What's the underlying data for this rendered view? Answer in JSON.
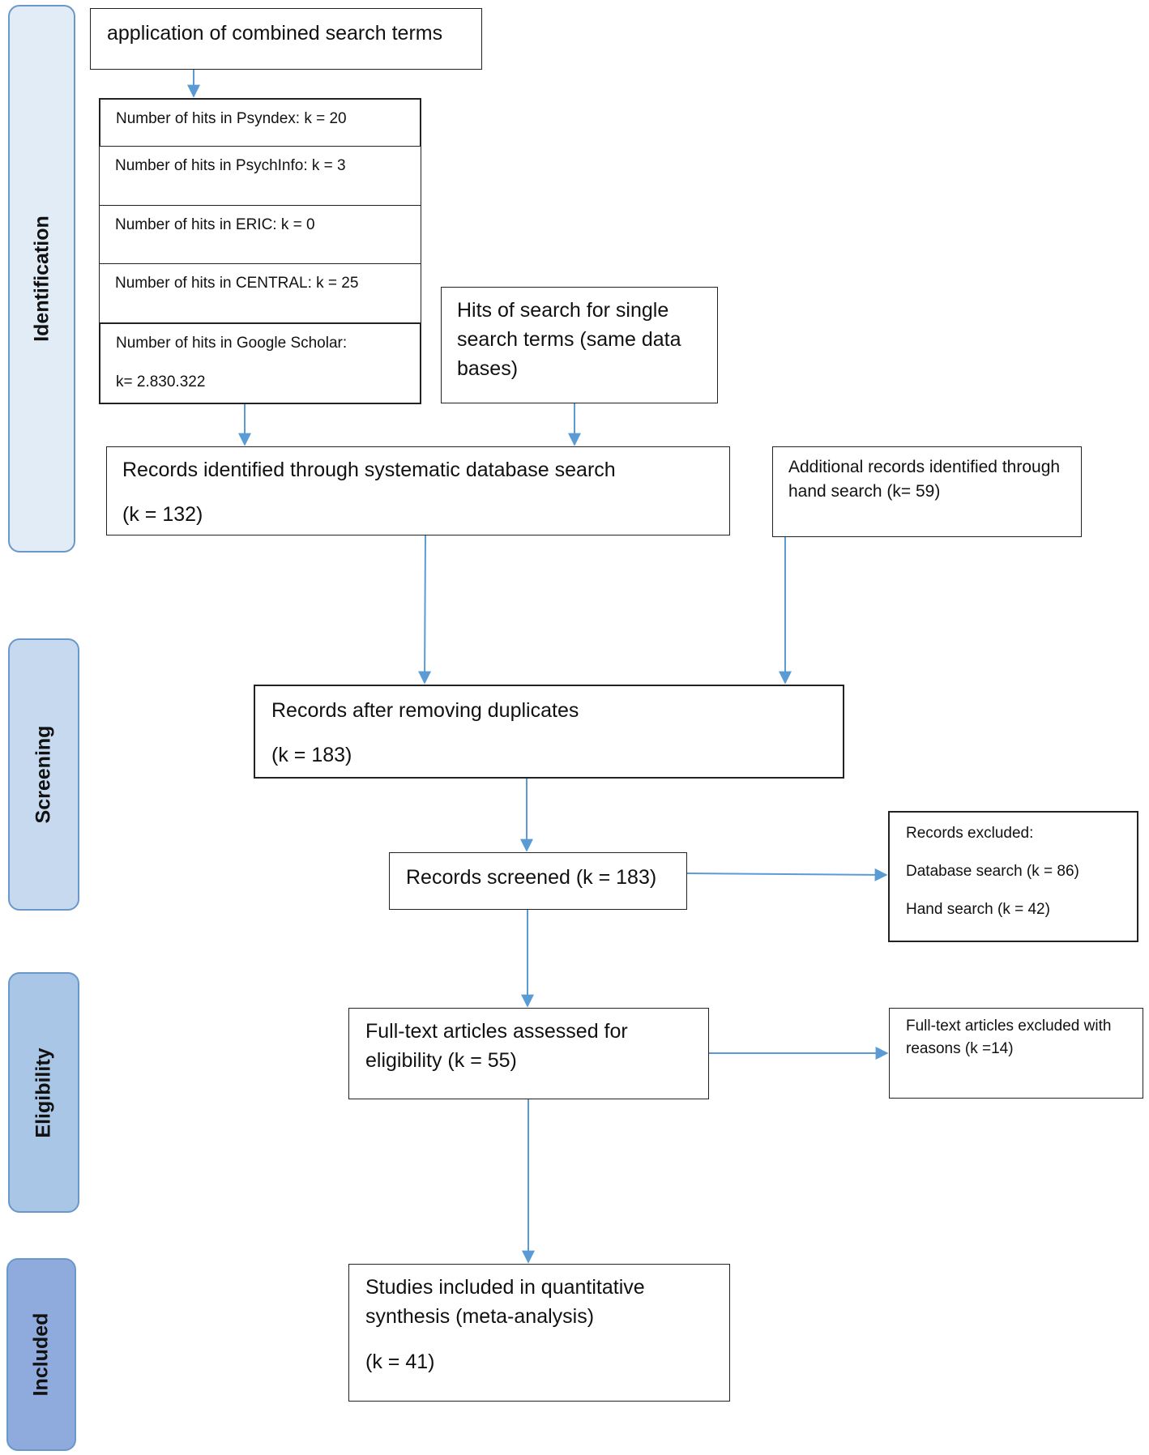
{
  "phases": {
    "identification": "Identification",
    "screening": "Screening",
    "eligibility": "Eligibility",
    "included": "Included"
  },
  "boxes": {
    "combined_search": "application of combined search terms",
    "psyndex": "Number of hits in Psyndex: k = 20",
    "psychinfo": "Number of hits in PsychInfo: k = 3",
    "eric": "Number of hits in ERIC: k = 0",
    "central": "Number of hits in CENTRAL: k = 25",
    "google_scholar_1": "Number of hits in Google Scholar:",
    "google_scholar_2": "k= 2.830.322",
    "single_search": "Hits of search for single search terms (same data bases)",
    "db_records_1": "Records identified through systematic database search",
    "db_records_2": "(k = 132)",
    "hand_search": "Additional records identified through hand search  (k= 59)",
    "dedup_1": "Records after removing duplicates",
    "dedup_2": "(k = 183)",
    "screened": "Records screened (k = 183)",
    "excluded_title": "Records excluded:",
    "excluded_db": "Database search (k = 86)",
    "excluded_hand": "Hand search (k = 42)",
    "fulltext": "Full-text articles assessed for eligibility (k = 55)",
    "fulltext_excluded": "Full-text articles excluded with reasons (k =14)",
    "included_1": "Studies included in quantitative synthesis (meta-analysis)",
    "included_2": "(k = 41)"
  },
  "colors": {
    "arrow": "#5b9bd5",
    "identification_fill": "#e1ecf7",
    "screening_fill": "#c6d9ef",
    "eligibility_fill": "#a9c6e7",
    "included_fill": "#8faadc",
    "phase_border": "#6a98c9"
  }
}
